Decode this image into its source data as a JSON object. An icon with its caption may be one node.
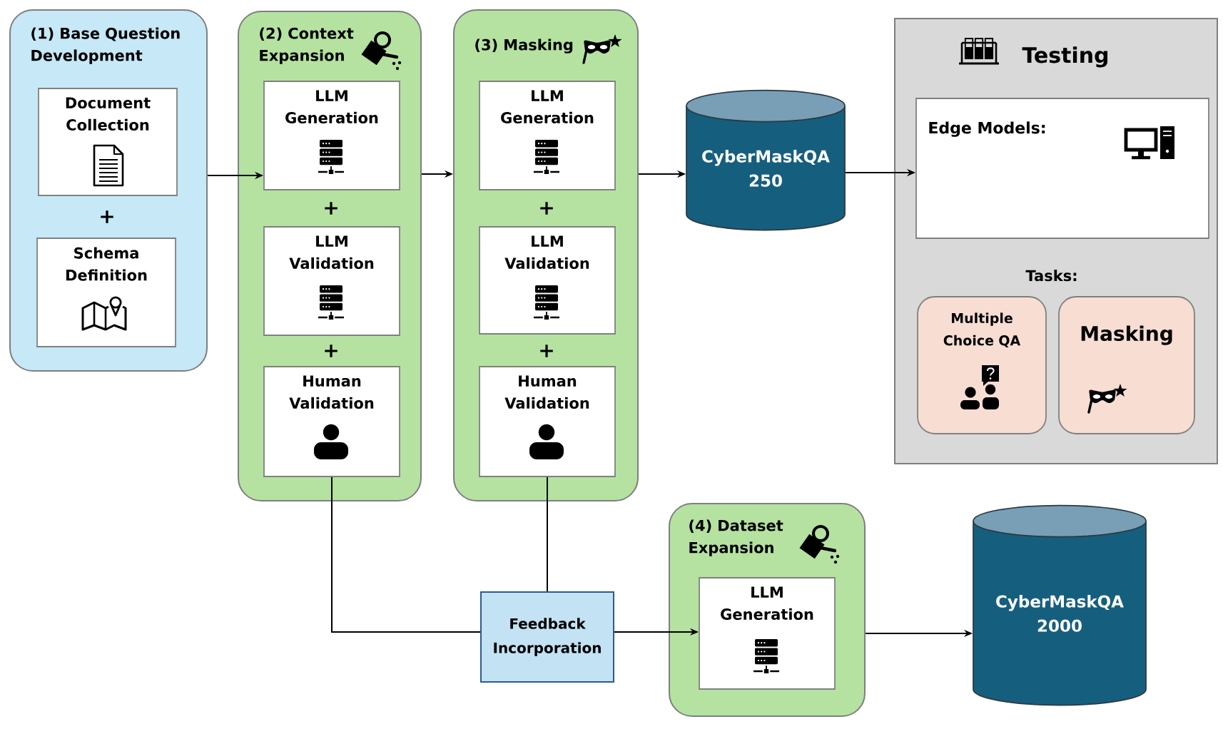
{
  "diagram": {
    "nodes": [
      {
        "text": [
          "(1) Base Question Development"
        ]
      },
      {
        "text": [
          "Document Collection"
        ],
        "in": 0
      },
      {
        "text": [
          "Schema Definition"
        ],
        "in": 0
      },
      {
        "text": [
          "(2) Context Expansion"
        ]
      },
      {
        "text": [
          "LLM Generation"
        ],
        "in": 3
      },
      {
        "text": [
          "LLM Validation"
        ],
        "in": 3
      },
      {
        "text": [
          "Human Validation"
        ],
        "in": 3
      },
      {
        "text": [
          "(3) Masking"
        ]
      },
      {
        "text": [
          "LLM Generation"
        ],
        "in": 7
      },
      {
        "text": [
          "LLM Validation"
        ],
        "in": 7
      },
      {
        "text": [
          "Human Validation"
        ],
        "in": 7
      },
      {
        "text": [
          "CyberMaskQA 250"
        ]
      },
      {
        "text": [
          "Testing",
          "Tasks:"
        ]
      },
      {
        "text": [
          "Edge Models:"
        ],
        "in": 12
      },
      {
        "text": [
          "Multiple Choice QA"
        ],
        "in": 12
      },
      {
        "text": [
          "Masking"
        ],
        "in": 12
      },
      {
        "text": [
          "Feedback Incorporation"
        ]
      },
      {
        "text": [
          "(4) Dataset Expansion"
        ]
      },
      {
        "text": [
          "LLM Generation"
        ],
        "in": 17
      },
      {
        "text": [
          "CyberMaskQA 2000"
        ]
      }
    ],
    "edges": [
      {
        "from": 0,
        "to": 4,
        "arrow": "to"
      },
      {
        "from": 3,
        "to": 7,
        "arrow": "to"
      },
      {
        "from": 7,
        "to": 11,
        "arrow": "to"
      },
      {
        "from": 11,
        "to": 13,
        "arrow": "to"
      },
      {
        "from": 6,
        "to": 16,
        "arrow": "none"
      },
      {
        "from": 10,
        "to": 16,
        "arrow": "none"
      },
      {
        "from": 16,
        "to": 18,
        "arrow": "to"
      },
      {
        "from": 17,
        "to": 19,
        "arrow": "to"
      }
    ],
    "labels": [
      "+",
      "+",
      "+",
      "+",
      "+"
    ]
  }
}
